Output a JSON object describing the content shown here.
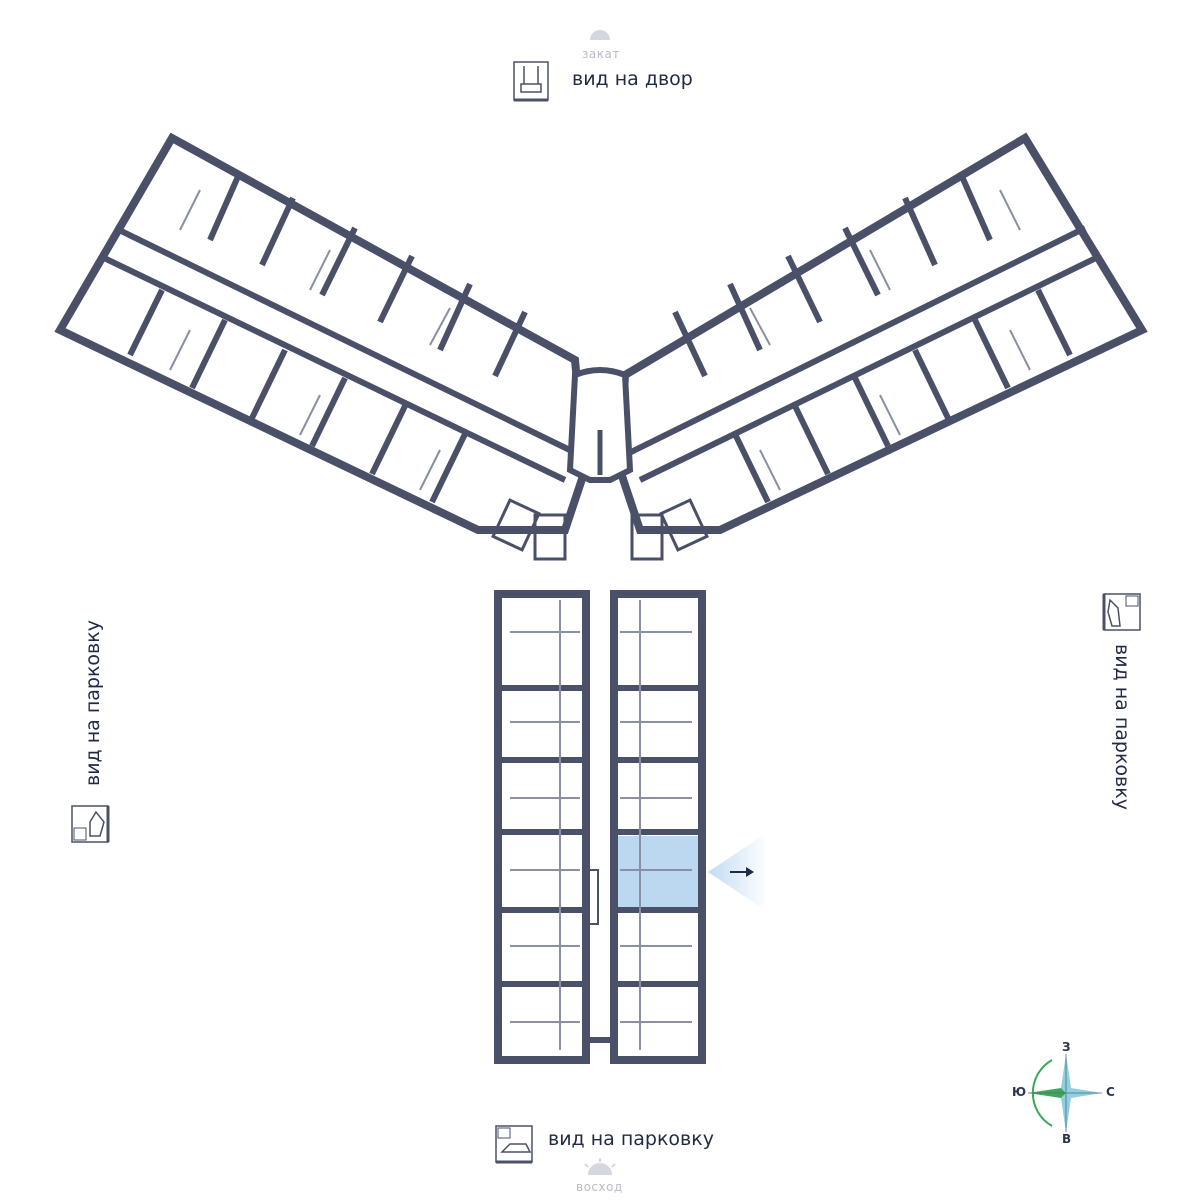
{
  "views": {
    "top": "вид на двор",
    "left": "вид на парковку",
    "right": "вид на парковку",
    "bottom": "вид на парковку"
  },
  "sun": {
    "top": "закат",
    "bottom": "восход"
  },
  "compass": {
    "north": "З",
    "east": "С",
    "south": "В",
    "west": "Ю"
  },
  "colors": {
    "wall": "#4a5068",
    "highlight": "#bcd8f0",
    "compass_green": "#3aa858",
    "compass_blue": "#8ecfe0"
  },
  "icons": [
    "playground-icon",
    "parking-icon",
    "sun-icon",
    "compass-icon",
    "view-direction-icon"
  ]
}
